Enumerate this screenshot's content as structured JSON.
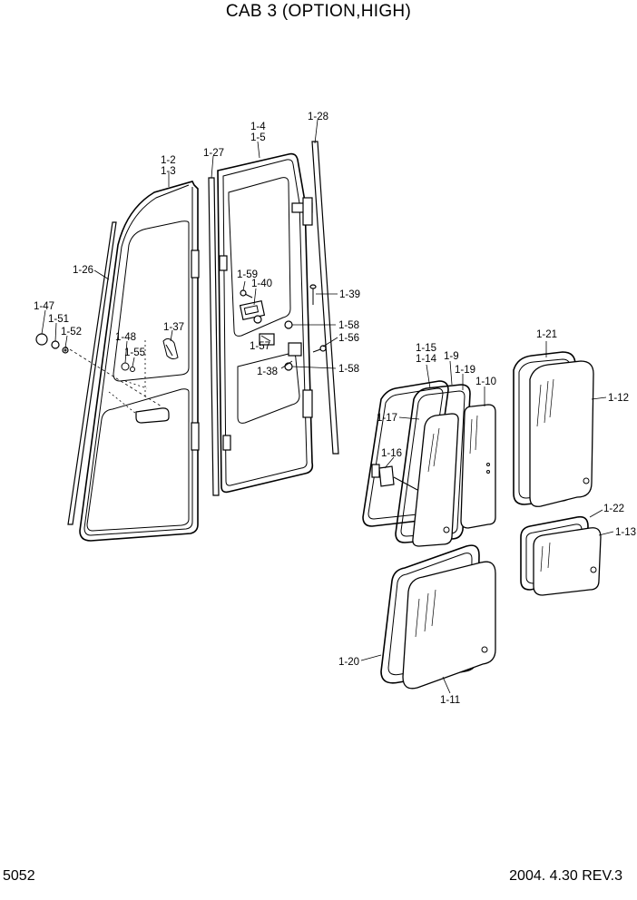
{
  "title": "CAB 3 (OPTION,HIGH)",
  "page_number": "5052",
  "revision": "2004. 4.30 REV.3",
  "labels": {
    "l1_2": "1-2",
    "l1_3": "1-3",
    "l1_4": "1-4",
    "l1_5": "1-5",
    "l1_9": "1-9",
    "l1_10": "1-10",
    "l1_11": "1-11",
    "l1_12": "1-12",
    "l1_13": "1-13",
    "l1_14": "1-14",
    "l1_15": "1-15",
    "l1_16": "1-16",
    "l1_17": "1-17",
    "l1_19": "1-19",
    "l1_20": "1-20",
    "l1_21": "1-21",
    "l1_22": "1-22",
    "l1_26": "1-26",
    "l1_27": "1-27",
    "l1_28": "1-28",
    "l1_37": "1-37",
    "l1_38": "1-38",
    "l1_39": "1-39",
    "l1_40": "1-40",
    "l1_47": "1-47",
    "l1_48": "1-48",
    "l1_51": "1-51",
    "l1_52": "1-52",
    "l1_55": "1-55",
    "l1_56": "1-56",
    "l1_57": "1-57",
    "l1_58a": "1-58",
    "l1_58b": "1-58",
    "l1_59": "1-59"
  }
}
